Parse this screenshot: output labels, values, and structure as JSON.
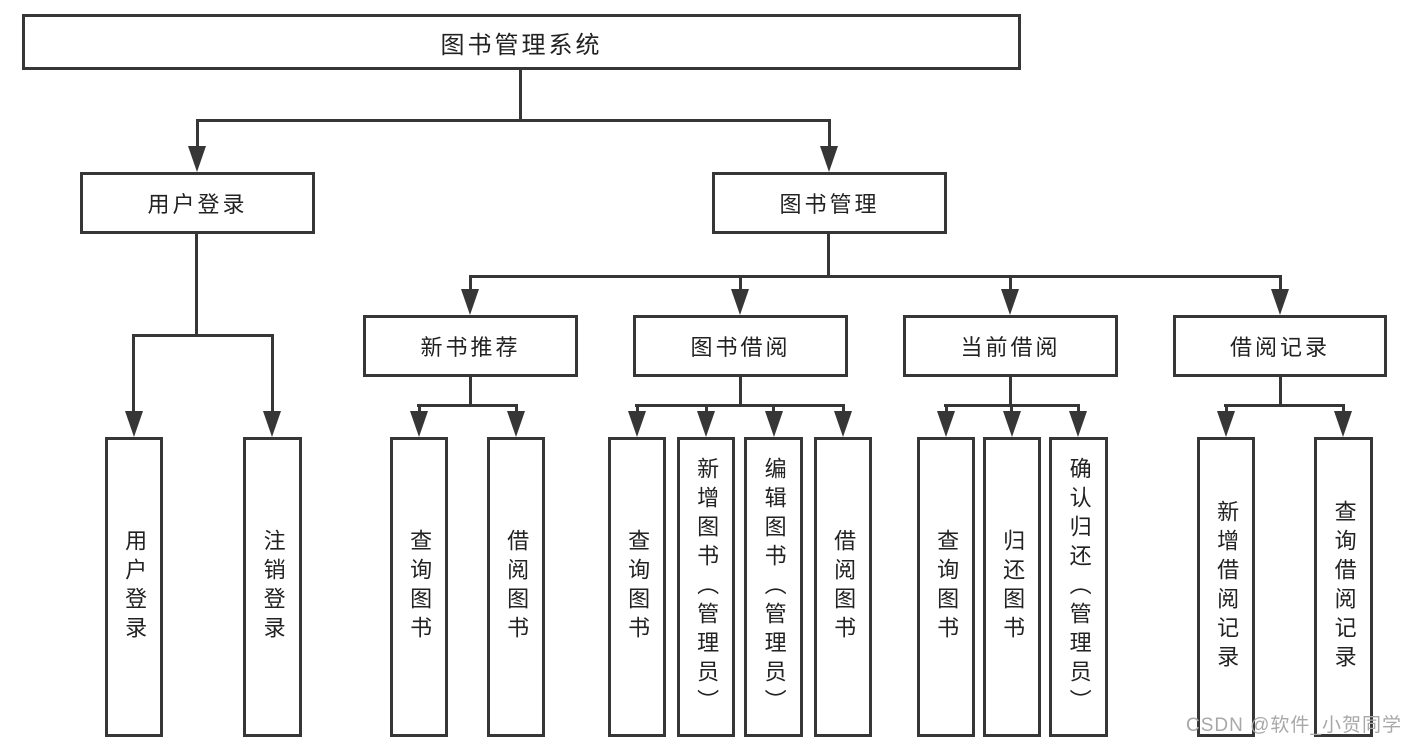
{
  "tree": {
    "root": "图书管理系统",
    "children": [
      {
        "label": "用户登录",
        "children": [
          "用户登录",
          "注销登录"
        ]
      },
      {
        "label": "图书管理",
        "children": [
          {
            "label": "新书推荐",
            "children": [
              "查询图书",
              "借阅图书"
            ]
          },
          {
            "label": "图书借阅",
            "children": [
              "查询图书",
              "新增图书（管理员）",
              "编辑图书（管理员）",
              "借阅图书"
            ]
          },
          {
            "label": "当前借阅",
            "children": [
              "查询图书",
              "归还图书",
              "确认归还（管理员）"
            ]
          },
          {
            "label": "借阅记录",
            "children": [
              "新增借阅记录",
              "查询借阅记录"
            ]
          }
        ]
      }
    ]
  },
  "watermark": "CSDN @软件_小贺同学",
  "colors": {
    "line": "#363636",
    "text": "#222222",
    "watermark": "#a8a8a8",
    "background": "#ffffff"
  }
}
